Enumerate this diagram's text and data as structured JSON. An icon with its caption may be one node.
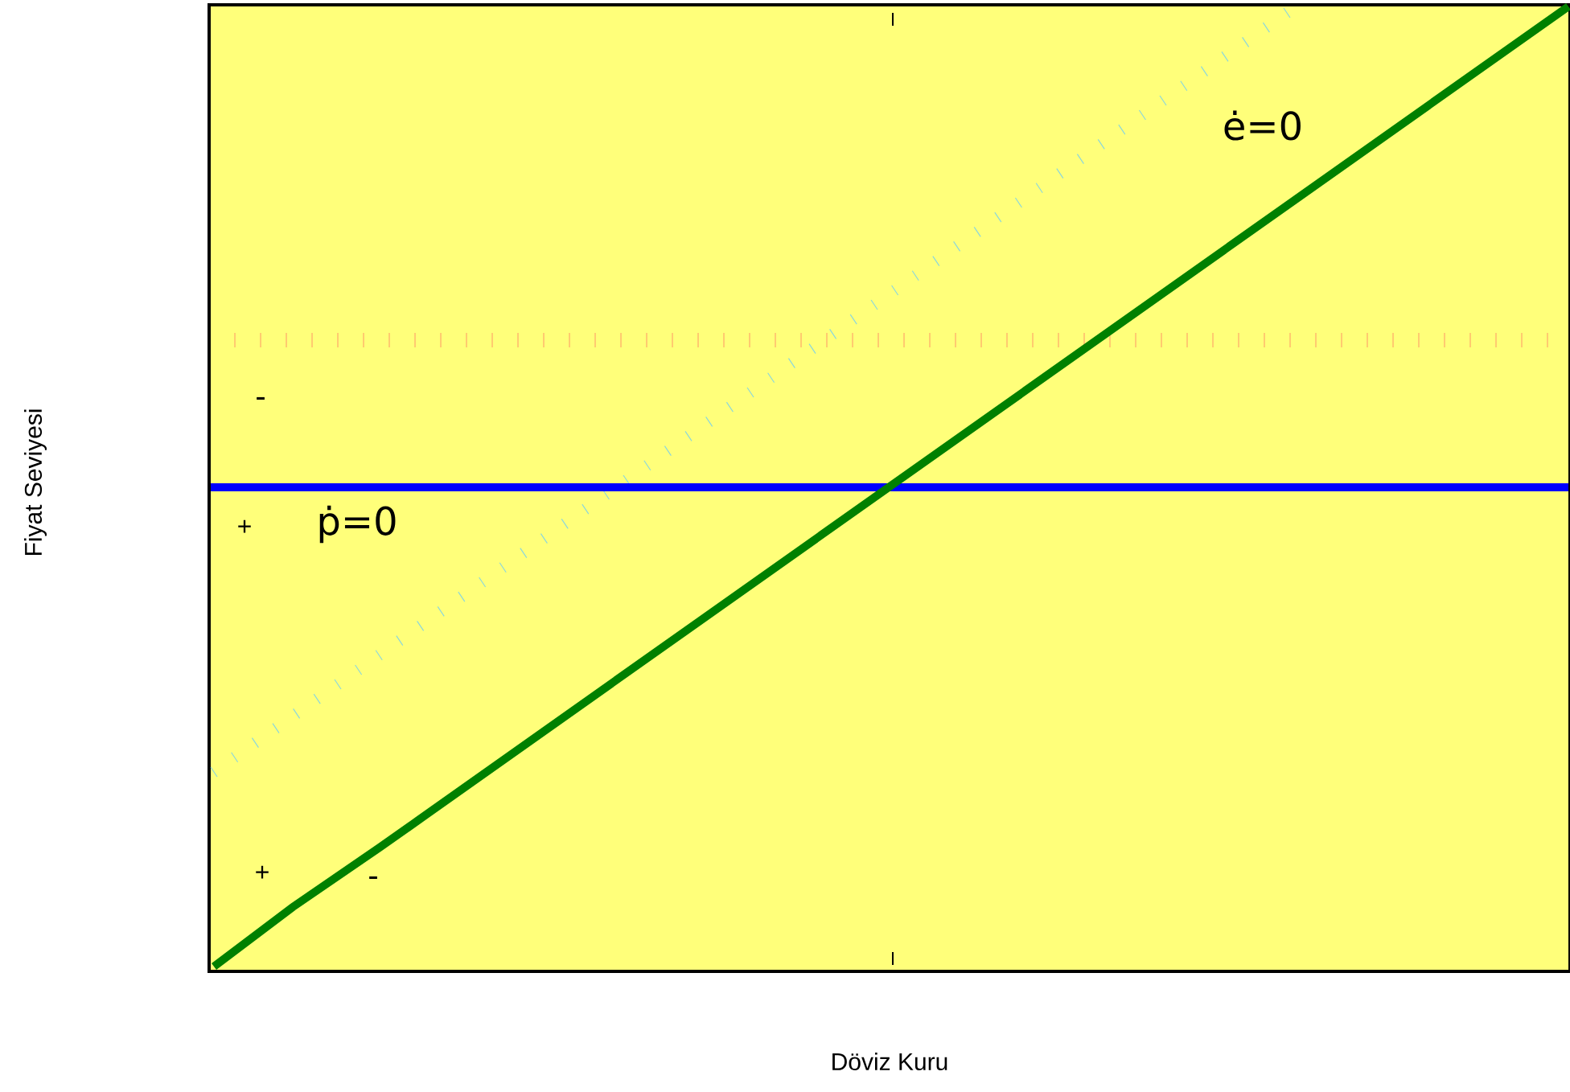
{
  "diagram": {
    "labels": [
      "ė=0",
      "-",
      "+",
      "ṗ=0",
      "+",
      "-",
      "Fiyat Seviyesi",
      "Döviz Kuru"
    ]
  }
}
